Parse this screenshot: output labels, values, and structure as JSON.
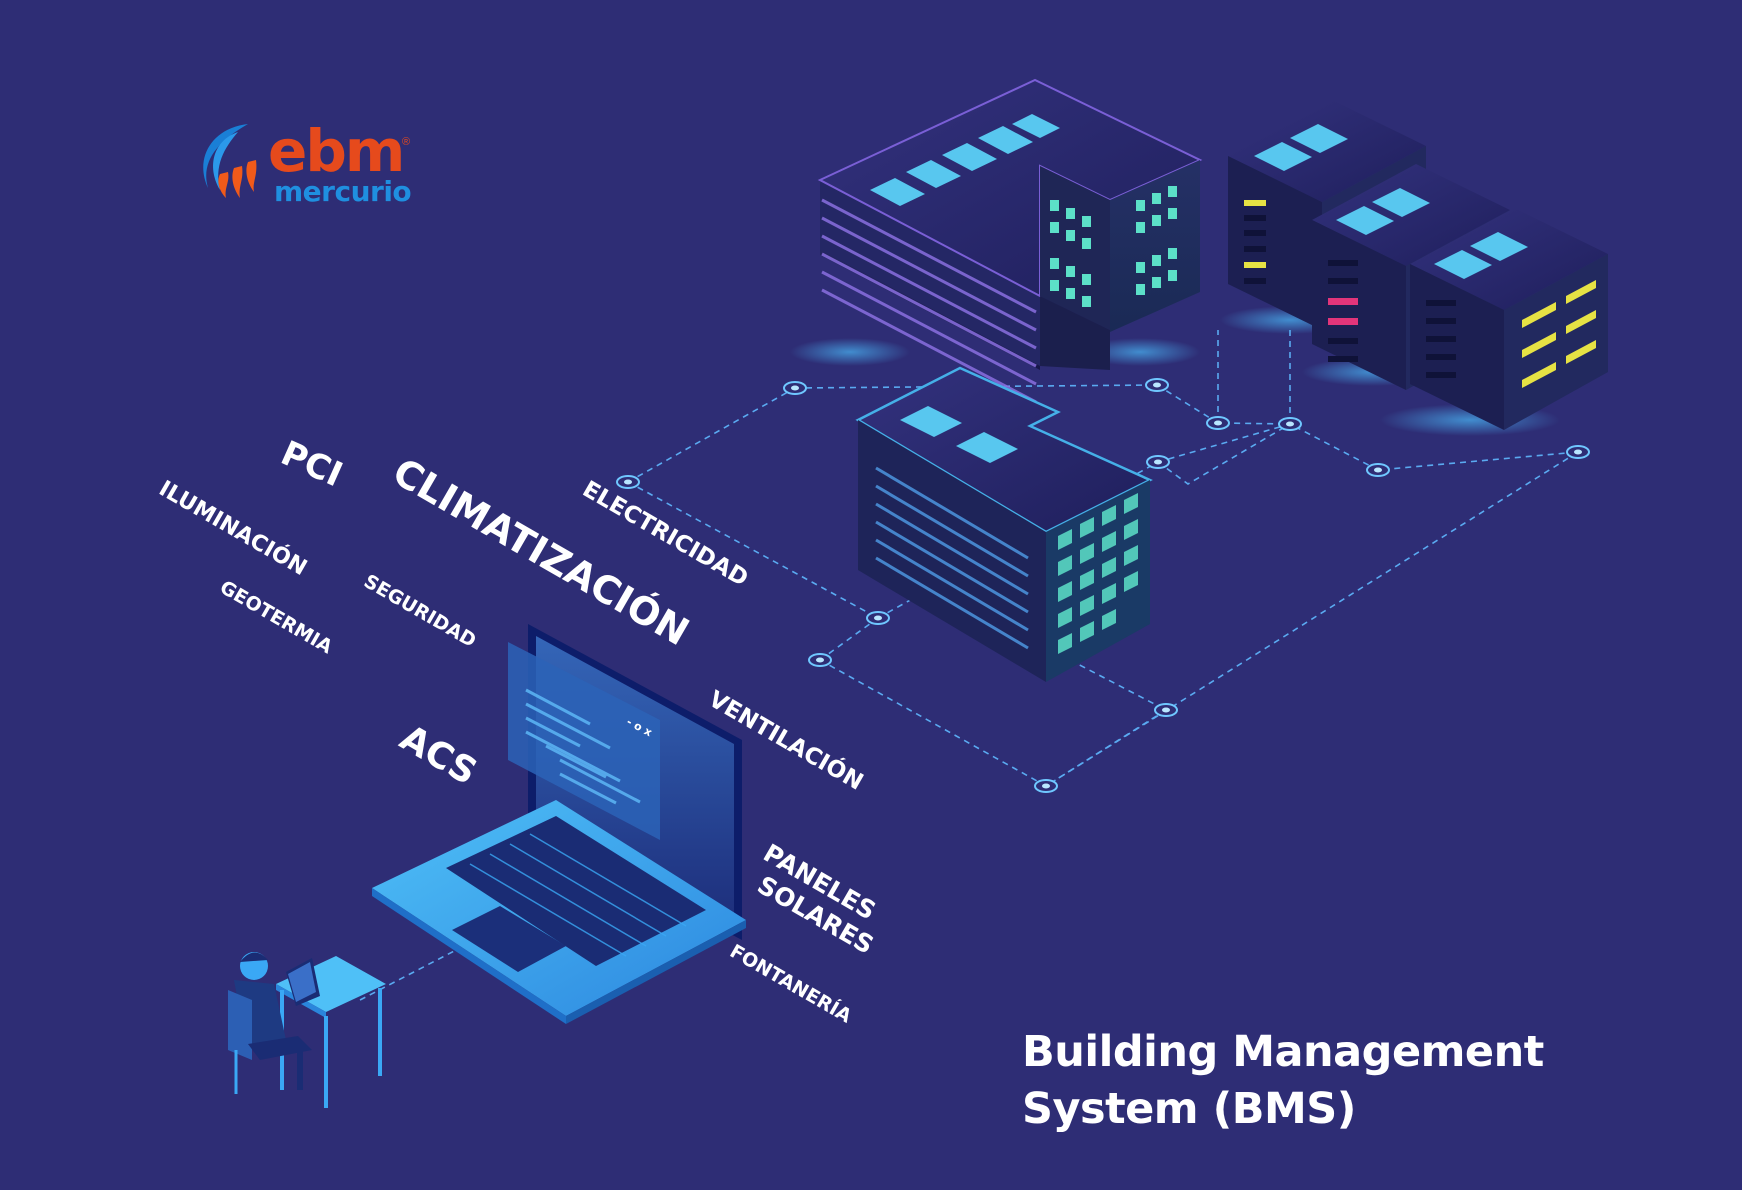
{
  "brand": {
    "name": "ebm",
    "registered_mark": "®",
    "subname": "mercurio",
    "colors": {
      "orange": "#e64a1c",
      "blue": "#1f8fe0",
      "flame_orange": "#f05a1a",
      "flame_blue": "#1a7fd6"
    }
  },
  "title": {
    "line1": "Building Management",
    "line2": "System (BMS)"
  },
  "systems": {
    "pci": "PCI",
    "climatizacion": "CLIMATIZACIÓN",
    "electricidad": "ELECTRICIDAD",
    "iluminacion": "ILUMINACIÓN",
    "seguridad": "SEGURIDAD",
    "geotermia": "GEOTERMIA",
    "acs": "ACS",
    "ventilacion": "VENTILACIÓN",
    "paneles": "PANELES",
    "solares": "SOLARES",
    "fontaneria": "FONTANERÍA"
  },
  "screen_window_controls": "- o x",
  "icons": [
    "flame-logo-icon",
    "laptop-icon",
    "office-building-icon",
    "server-tower-icon",
    "network-node-icon",
    "operator-at-desk-icon"
  ],
  "colors": {
    "background": "#2e2d75",
    "connection_line": "#5fb8ff",
    "screen_glow": "#3aa8f5",
    "window_cyan": "#58c7ef",
    "window_green": "#5ce0c8",
    "window_yellow": "#e6e244",
    "window_pink": "#e2357a"
  }
}
